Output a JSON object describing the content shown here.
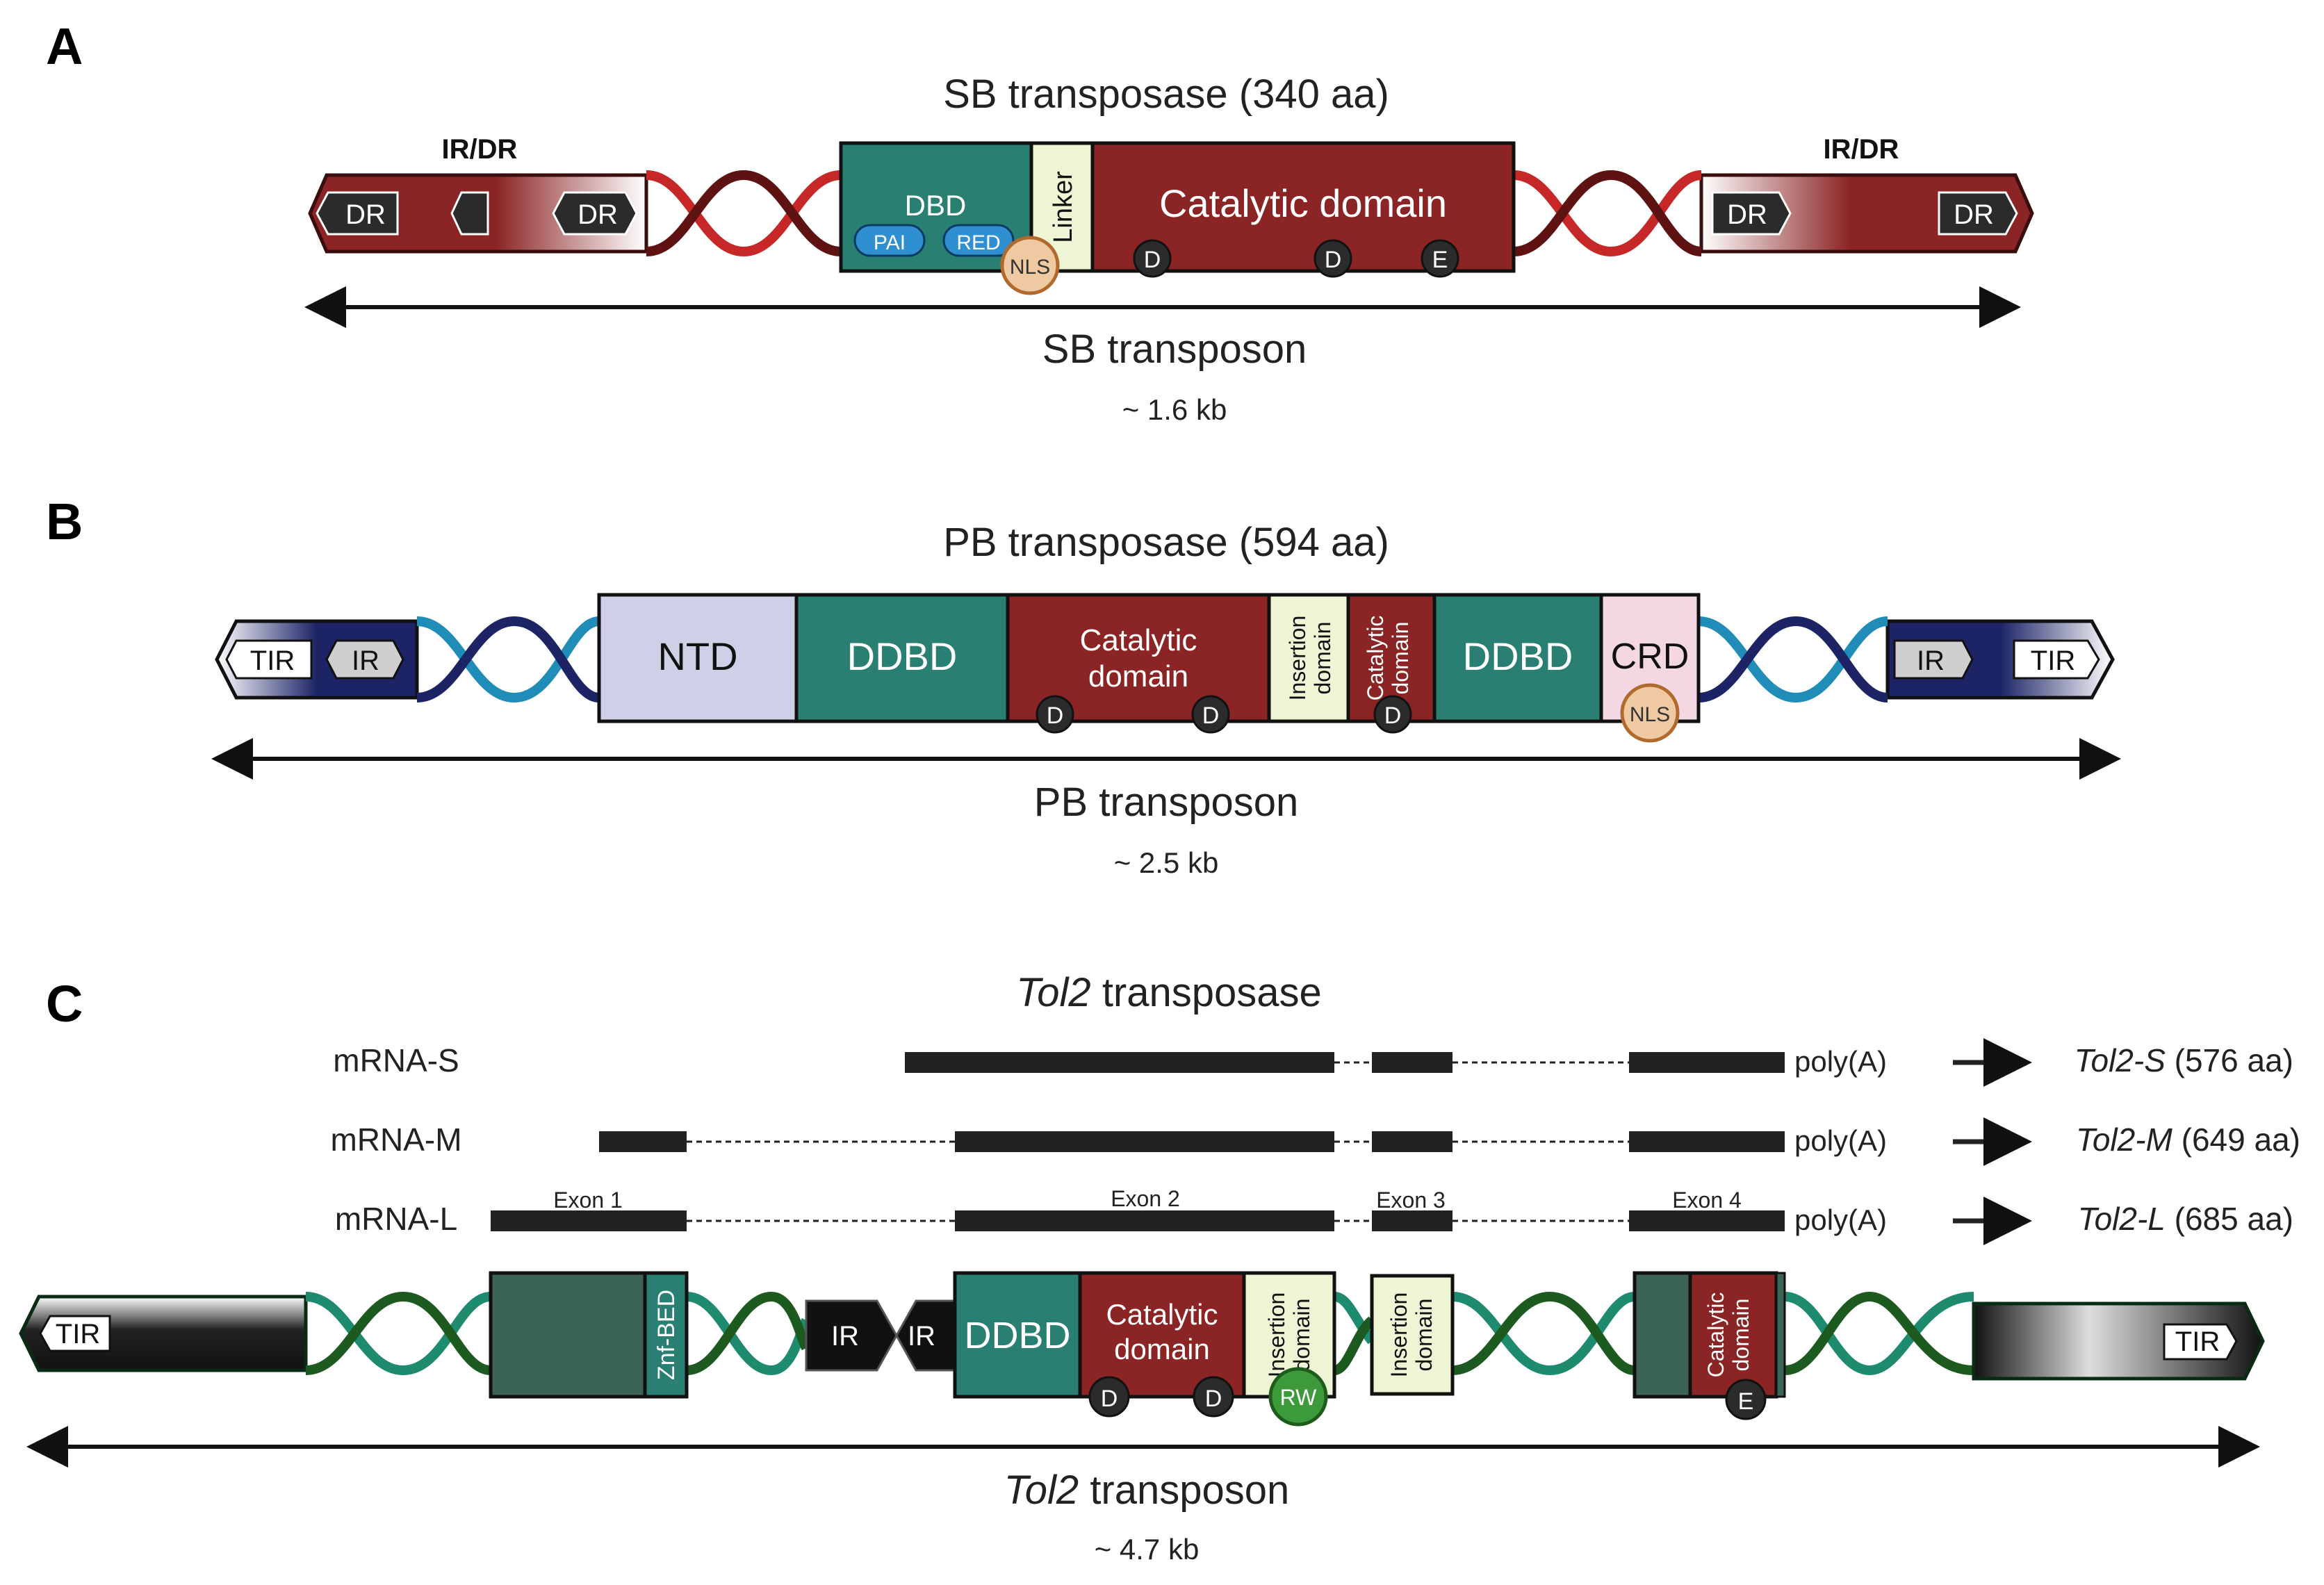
{
  "panels": [
    {
      "letter": "A"
    },
    {
      "letter": "B"
    },
    {
      "letter": "C"
    }
  ],
  "A": {
    "title": "SB transposase (340 aa)",
    "irdr_left": "IR/DR",
    "irdr_right": "IR/DR",
    "dr": "DR",
    "dbd": "DBD",
    "pai": "PAI",
    "red": "RED",
    "nls": "NLS",
    "linker": "Linker",
    "catalytic": "Catalytic domain",
    "residues": [
      "D",
      "D",
      "E"
    ],
    "transposon": "SB transposon",
    "size": "~ 1.6 kb"
  },
  "B": {
    "title": "PB transposase (594 aa)",
    "tir": "TIR",
    "ir": "IR",
    "ntd": "NTD",
    "ddbd": "DDBD",
    "catalytic_1": "Catalytic",
    "catalytic_2": "domain",
    "insertion_1": "Insertion",
    "insertion_2": "domain",
    "crd": "CRD",
    "nls": "NLS",
    "residues": [
      "D",
      "D",
      "D"
    ],
    "transposon": "PB transposon",
    "size": "~ 2.5 kb"
  },
  "C": {
    "title_italic": "Tol2",
    "title_rest": " transposase",
    "mrnas": [
      {
        "name": "mRNA-S",
        "product_italic": "Tol2-S",
        "product_rest": " (576 aa)"
      },
      {
        "name": "mRNA-M",
        "product_italic": "Tol2-M",
        "product_rest": " (649 aa)"
      },
      {
        "name": "mRNA-L",
        "product_italic": "Tol2-L",
        "product_rest": " (685 aa)"
      }
    ],
    "polya": "poly(A)",
    "exons": [
      "Exon 1",
      "Exon 2",
      "Exon 3",
      "Exon 4"
    ],
    "tir": "TIR",
    "ir": "IR",
    "znf": "Znf-BED",
    "ddbd": "DDBD",
    "rw": "RW",
    "residues": [
      "D",
      "D",
      "E"
    ],
    "transposon_italic": "Tol2",
    "transposon_rest": " transposon",
    "size": "~ 4.7 kb"
  },
  "colors": {
    "sb_red": "#8b2424",
    "teal": "#2a7f73",
    "linker_cream": "#eef5d5",
    "pb_navy": "#1c2466",
    "ntd_lavender": "#cdd0e6",
    "crd_pink": "#f3d8e4",
    "tol2_dark_green": "#3c6455",
    "nls_tan": "#efc9a1",
    "rw_green": "#3d9a3a"
  }
}
